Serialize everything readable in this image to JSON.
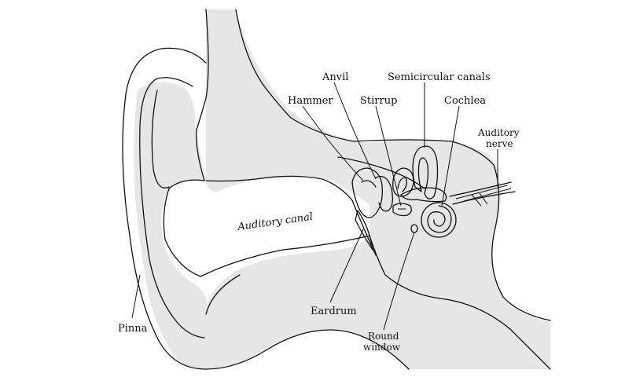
{
  "diagram": {
    "labels": {
      "anvil": "Anvil",
      "semicircular_canals": "Semicircular canals",
      "hammer": "Hammer",
      "stirrup": "Stirrup",
      "cochlea": "Cochlea",
      "auditory_nerve_line1": "Auditory",
      "auditory_nerve_line2": "nerve",
      "auditory_canal": "Auditory canal",
      "eardrum": "Eardrum",
      "round_window_line1": "Round",
      "round_window_line2": "window",
      "pinna": "Pinna"
    },
    "colors": {
      "line": "#111111",
      "tissue": "#e6e6e6",
      "background": "#ffffff"
    }
  }
}
